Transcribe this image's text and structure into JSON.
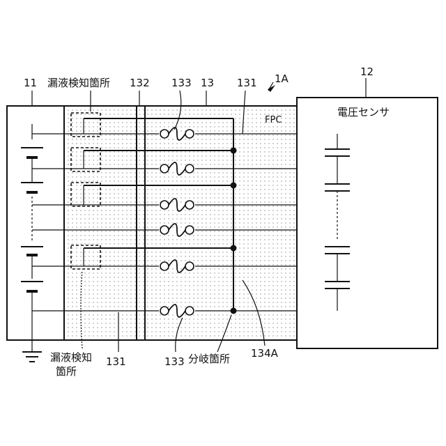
{
  "labels": {
    "battery_module": "11",
    "leak_detection_top": "漏液検知箇所",
    "connector_132": "132",
    "fuse_133_top": "133",
    "fpc_13": "13",
    "line_131_top": "131",
    "assembly_1a": "1A",
    "voltage_sensor_ref": "12",
    "voltage_sensor_name": "電圧センサ",
    "fpc_tag": "FPC",
    "leak_detection_bottom_line1": "漏液検知",
    "leak_detection_bottom_line2": "箇所",
    "line_131_bottom": "131",
    "fuse_133_bottom": "133",
    "branch_point": "分岐箇所",
    "branch_ref": "134A"
  },
  "colors": {
    "line": "#111111",
    "fpc_dots": "#888888",
    "background": "#ffffff"
  }
}
